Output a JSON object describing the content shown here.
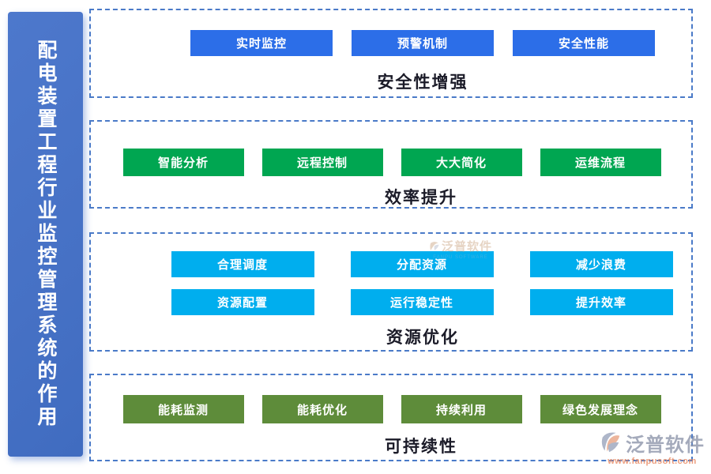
{
  "page": {
    "background": "#ffffff",
    "dashed_border_color": "#4a7ac8"
  },
  "sidebar": {
    "title": "配电装置工程行业监控管理系统的作用",
    "background": "#4a74c8",
    "text_color": "#ffffff"
  },
  "sections": [
    {
      "id": "security",
      "label": "安全性增强",
      "button_color": "#2c6ee8",
      "rows": [
        [
          "实时监控",
          "预警机制",
          "安全性能"
        ]
      ]
    },
    {
      "id": "efficiency",
      "label": "效率提升",
      "button_color": "#00a651",
      "rows": [
        [
          "智能分析",
          "远程控制",
          "大大简化",
          "运维流程"
        ]
      ]
    },
    {
      "id": "resources",
      "label": "资源优化",
      "button_color": "#00aeee",
      "rows": [
        [
          "合理调度",
          "分配资源",
          "减少浪费"
        ],
        [
          "资源配置",
          "运行稳定性",
          "提升效率"
        ]
      ]
    },
    {
      "id": "sustainability",
      "label": "可持续性",
      "button_color": "#5e8c3a",
      "rows": [
        [
          "能耗监测",
          "能耗优化",
          "持续利用",
          "绿色发展理念"
        ]
      ]
    }
  ],
  "watermark": {
    "text": "泛普软件",
    "sub": "FANPU SOFTWARE"
  },
  "logo": {
    "name": "泛普软件",
    "url": "www.fanpusoft.com",
    "name_color": "#8e96ab",
    "url_color": "#e8865f",
    "icon_gray": "#9aa4bc",
    "icon_orange": "#e8a384"
  }
}
